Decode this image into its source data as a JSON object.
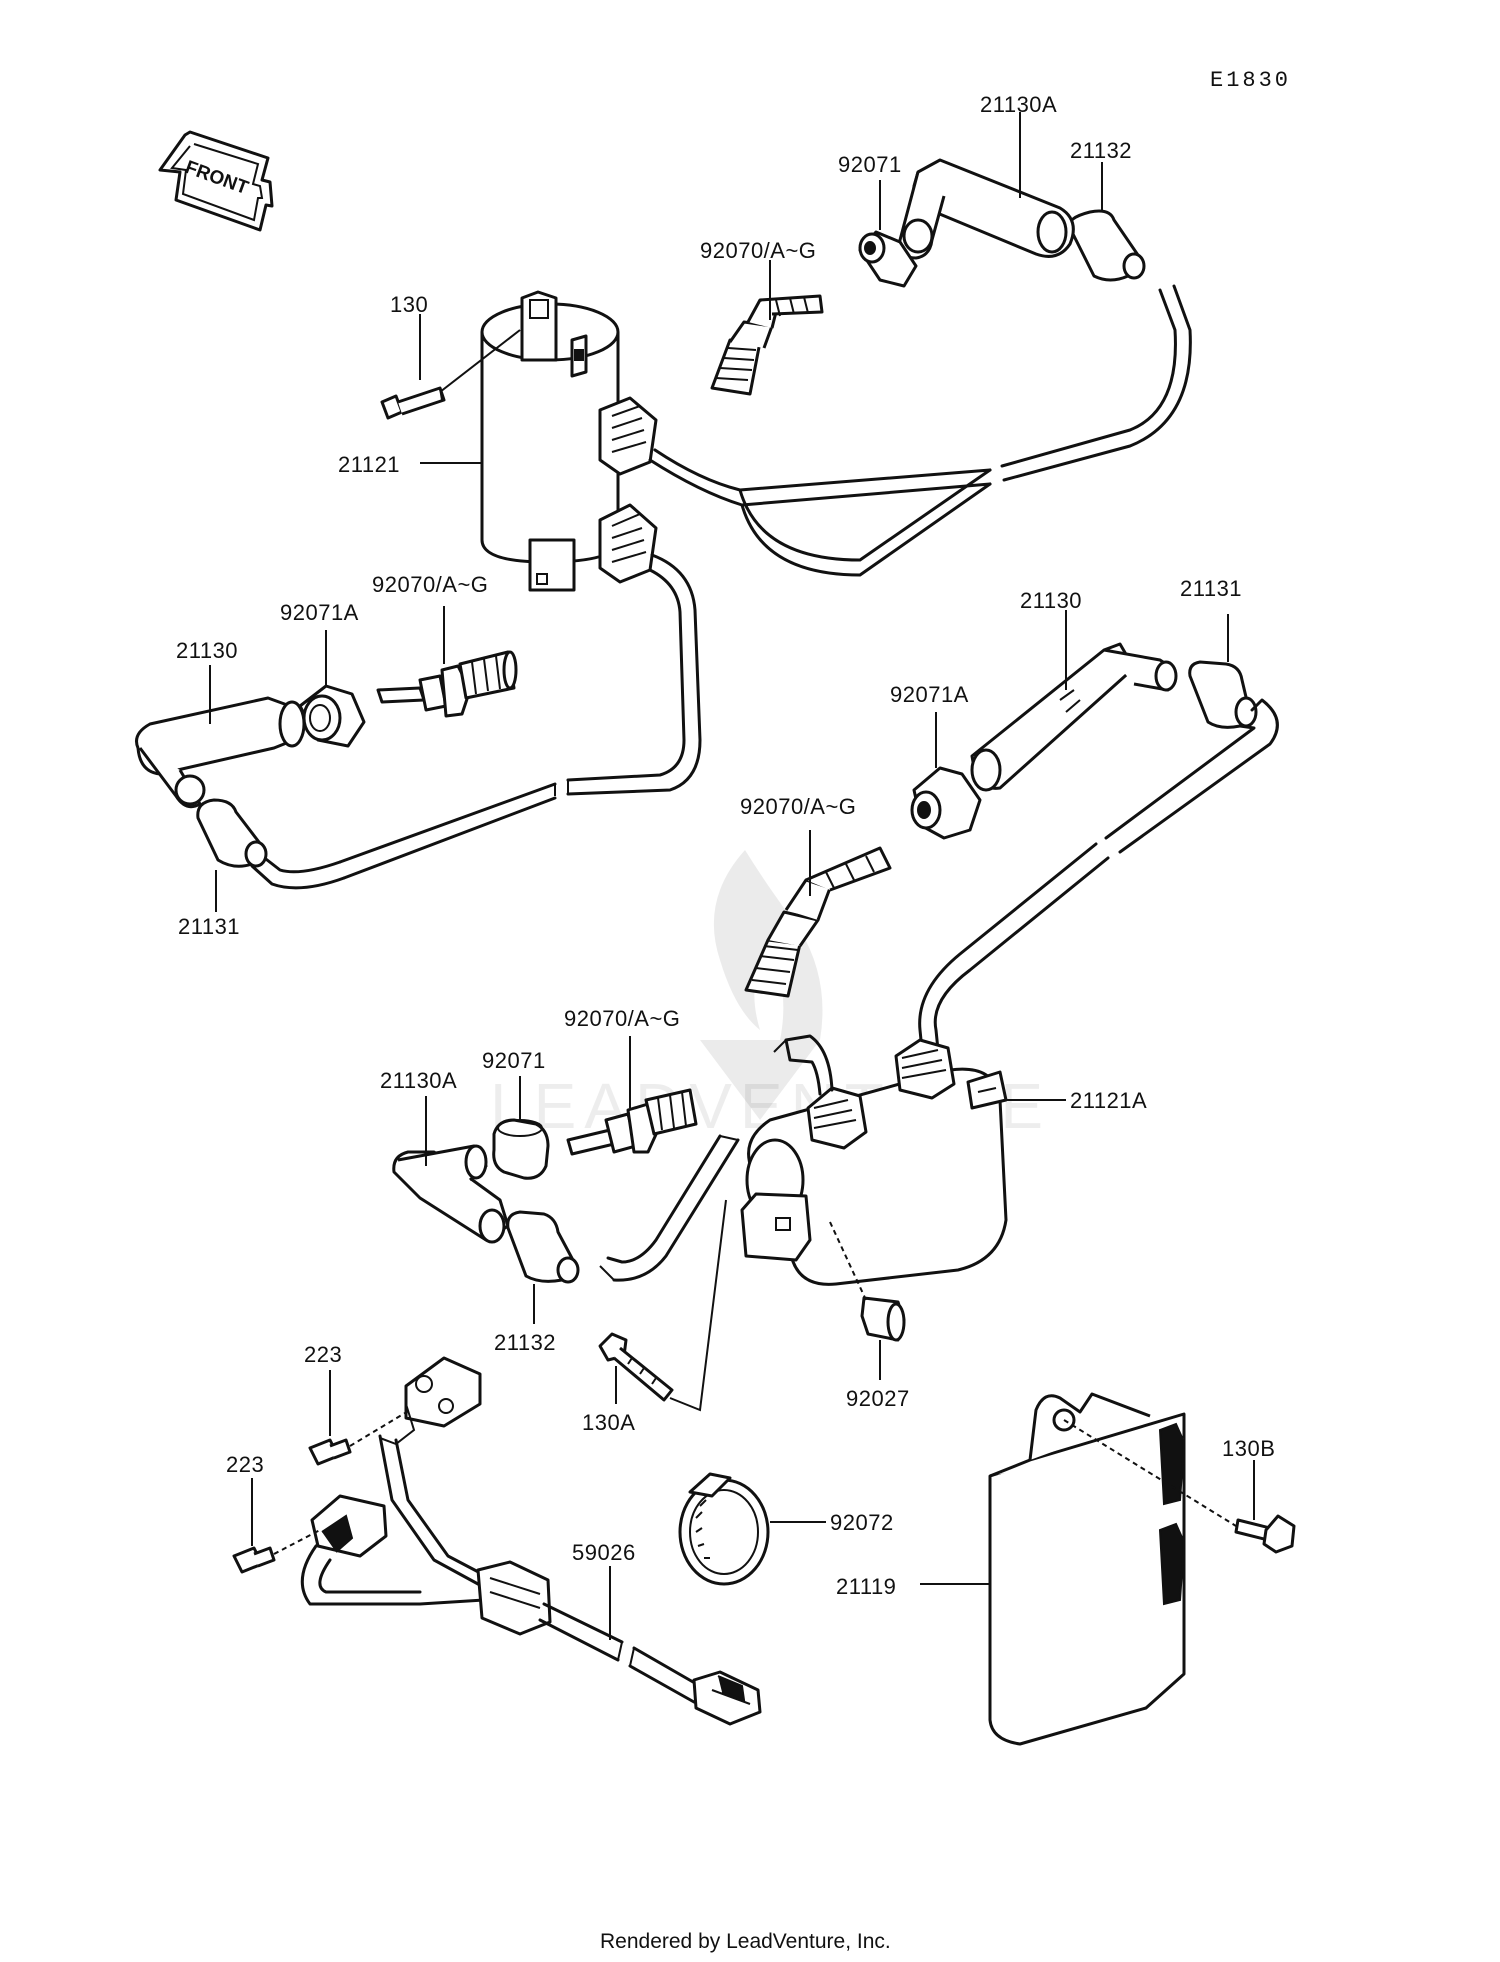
{
  "diagram_code": "E1830",
  "front_arrow_text": "FRONT",
  "labels": {
    "coil_upper": "21121",
    "coil_lower": "21121A",
    "bolt_130": "130",
    "bolt_130a": "130A",
    "bolt_130b": "130B",
    "plug_cap_a_upper": "21130A",
    "plug_cap_a_lower": "21130A",
    "plug_cap_left": "21130",
    "plug_cap_right": "21130",
    "seal_21132_upper": "21132",
    "seal_21132_lower": "21132",
    "seal_21131_left": "21131",
    "seal_21131_right": "21131",
    "seal_92071_upper": "92071",
    "seal_92071_lower": "92071",
    "seal_92071a_left": "92071A",
    "seal_92071a_right": "92071A",
    "spark_plug_top": "92070/A~G",
    "spark_plug_left": "92070/A~G",
    "spark_plug_right": "92070/A~G",
    "spark_plug_lower": "92070/A~G",
    "collar_92027": "92027",
    "clamp_92072": "92072",
    "igniter_21119": "21119",
    "pickup_59026": "59026",
    "screw_223_upper": "223",
    "screw_223_lower": "223"
  },
  "watermark": "LEADVENTURE",
  "footer": "Rendered by LeadVenture, Inc."
}
